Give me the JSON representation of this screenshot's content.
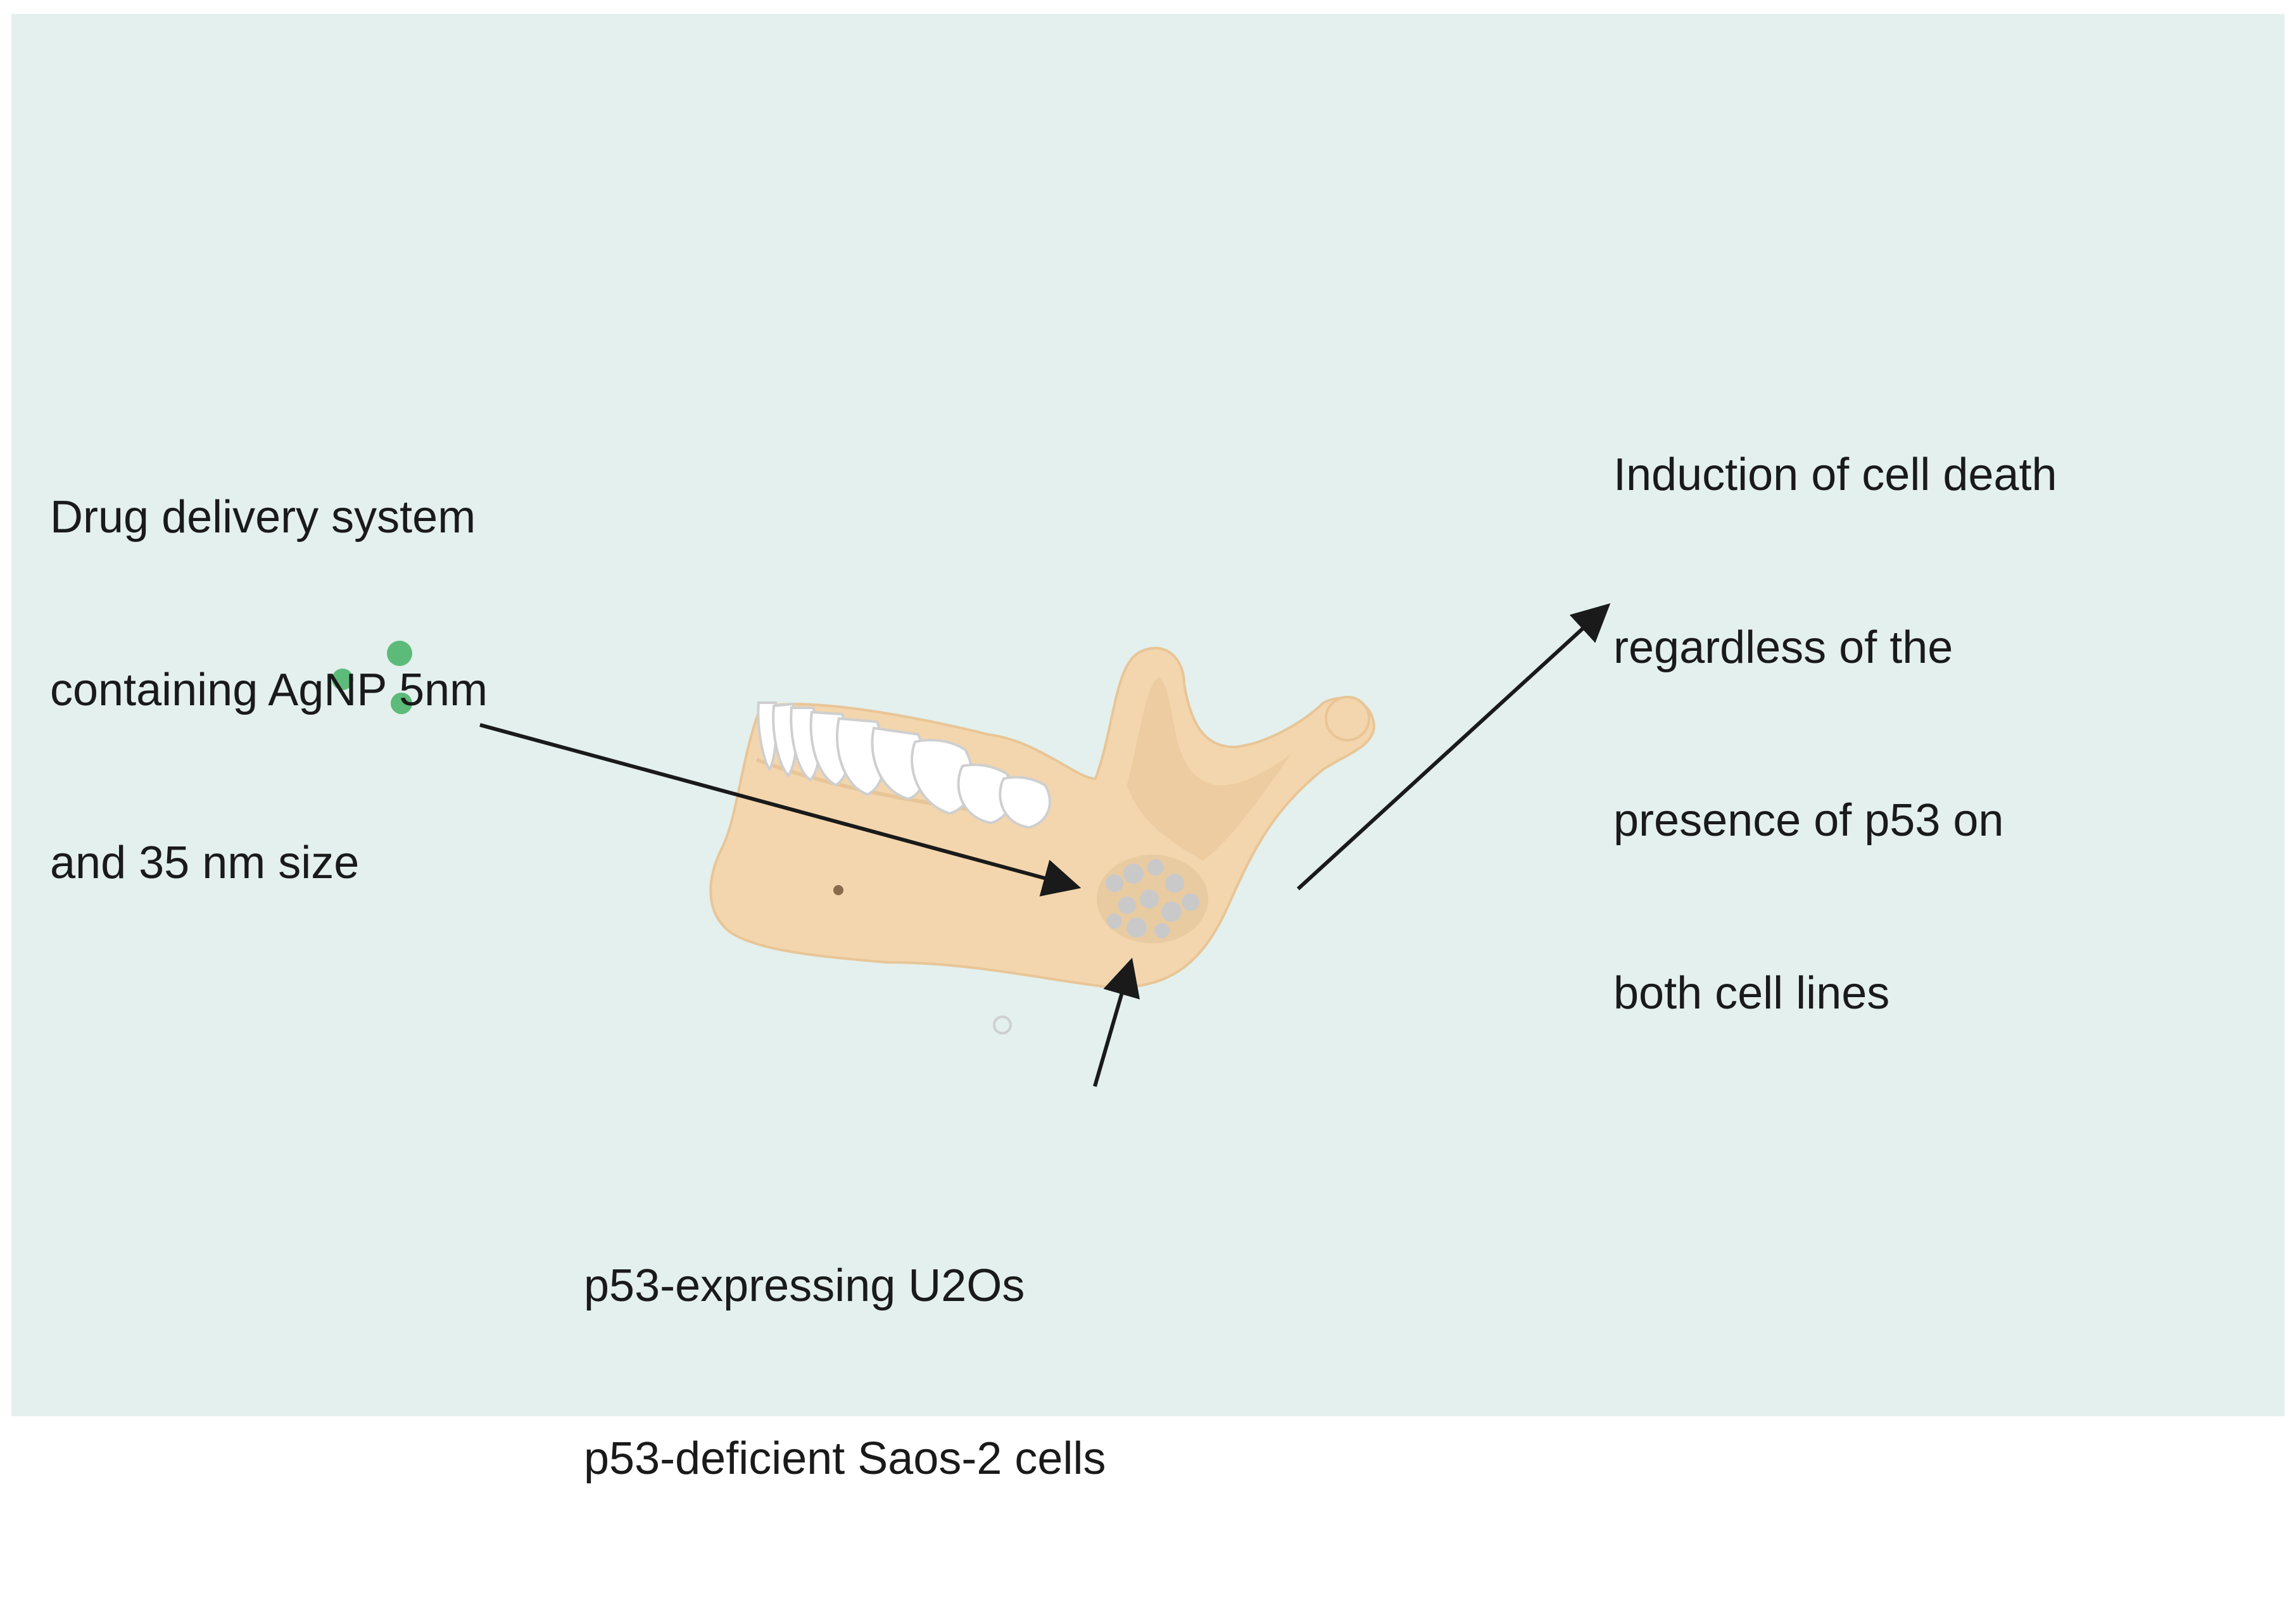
{
  "labels": {
    "drug_delivery": {
      "line1": "Drug delivery system",
      "line2": "containing AgNP 5nm",
      "line3": "and 35 nm size"
    },
    "outcome": {
      "line1": "Induction of cell death",
      "line2": "regardless of the",
      "line3": "presence of p53 on",
      "line4": "both cell lines"
    },
    "cell_lines": {
      "line1": "p53-expressing U2Os",
      "line2": "p53-deficient Saos-2 cells"
    }
  },
  "icons": {
    "nanoparticles": "nanoparticle-dots-icon",
    "jaw": "mandible-icon",
    "tumor": "tumor-cell-cluster-icon"
  },
  "colors": {
    "background": "#e3f0ed",
    "nanoparticle": "#5dbb7a",
    "bone": "#f3d6ad",
    "bone_shadow": "#e8c597",
    "teeth": "#ffffff",
    "tumor": "#c9c9c9",
    "arrow": "#1a1a1a",
    "text": "#1a1a1a"
  }
}
